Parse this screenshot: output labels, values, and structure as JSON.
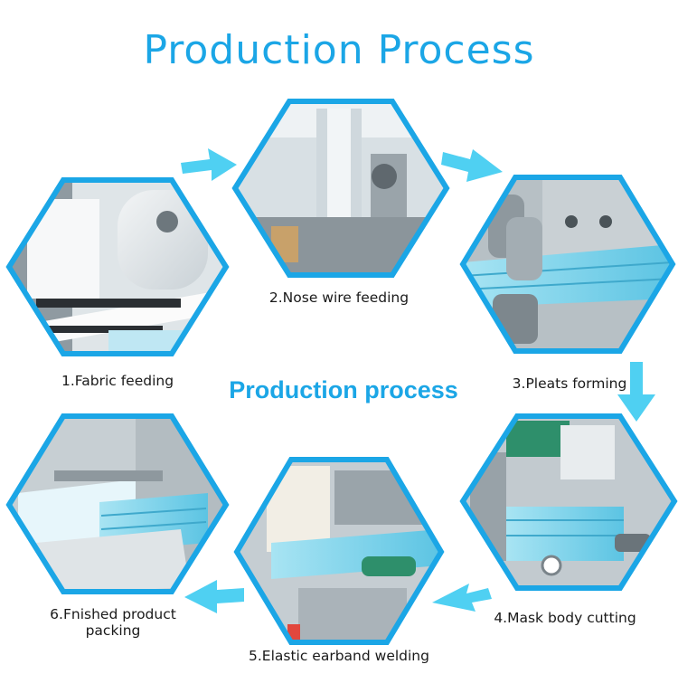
{
  "title": "Production Process",
  "center_title": "Production process",
  "steps": [
    {
      "label": "1.Fabric feeding"
    },
    {
      "label": "2.Nose wire feeding"
    },
    {
      "label": "3.Pleats forming"
    },
    {
      "label": "4.Mask body cutting"
    },
    {
      "label": "5.Elastic earband welding"
    },
    {
      "label_line1": "6.Fnished product",
      "label_line2": "packing"
    }
  ],
  "colors": {
    "accent": "#1ba6e6",
    "hex_border": "#1ba6e6",
    "arrow": "#4fd0f2",
    "mask_blue": "#7fd3ea",
    "machine_gray": "#b9c2c8"
  }
}
